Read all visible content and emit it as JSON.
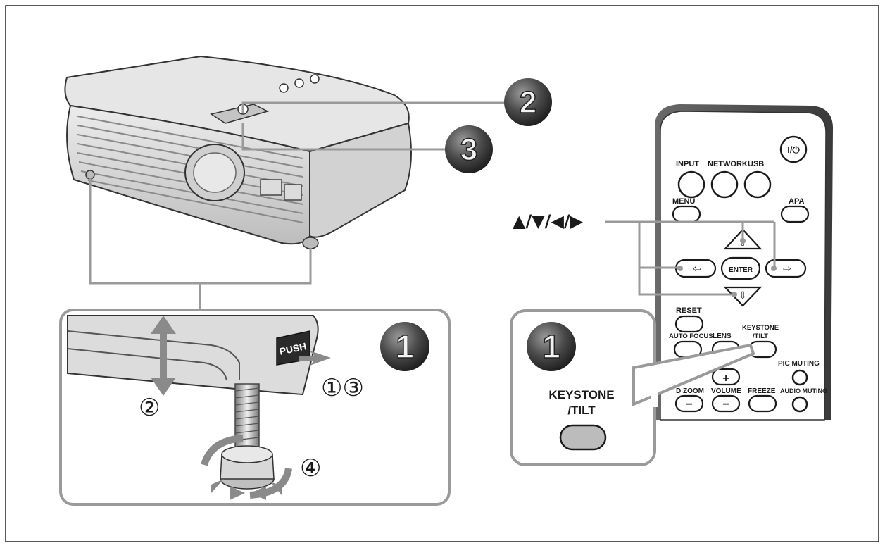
{
  "colors": {
    "frame": "#222222",
    "callout_gray": "#999999",
    "remote_body": "#555555",
    "badge_dark": "#3d3d3d"
  },
  "callouts": {
    "badge_1": "1",
    "badge_2": "2",
    "badge_3": "3",
    "arrow_keys_label": "▲/▼/◀/▶",
    "push_label": "PUSH",
    "step_1_3": "①③",
    "step_2": "②",
    "step_4": "④"
  },
  "remote": {
    "power": "I/⏻",
    "input": "INPUT",
    "network": "NETWORK",
    "usb": "USB",
    "menu": "MENU",
    "apa": "APA",
    "enter": "ENTER",
    "reset": "RESET",
    "auto_focus": "AUTO FOCUS",
    "lens": "LENS",
    "keystone_line1": "KEYSTONE",
    "keystone_line2": "/TILT",
    "pic_muting": "PIC MUTING",
    "d_zoom": "D ZOOM",
    "volume": "VOLUME",
    "freeze": "FREEZE",
    "audio_muting": "AUDIO MUTING",
    "plus": "+",
    "minus": "−"
  },
  "keystone_detail": {
    "line1": "KEYSTONE",
    "line2": "/TILT"
  }
}
